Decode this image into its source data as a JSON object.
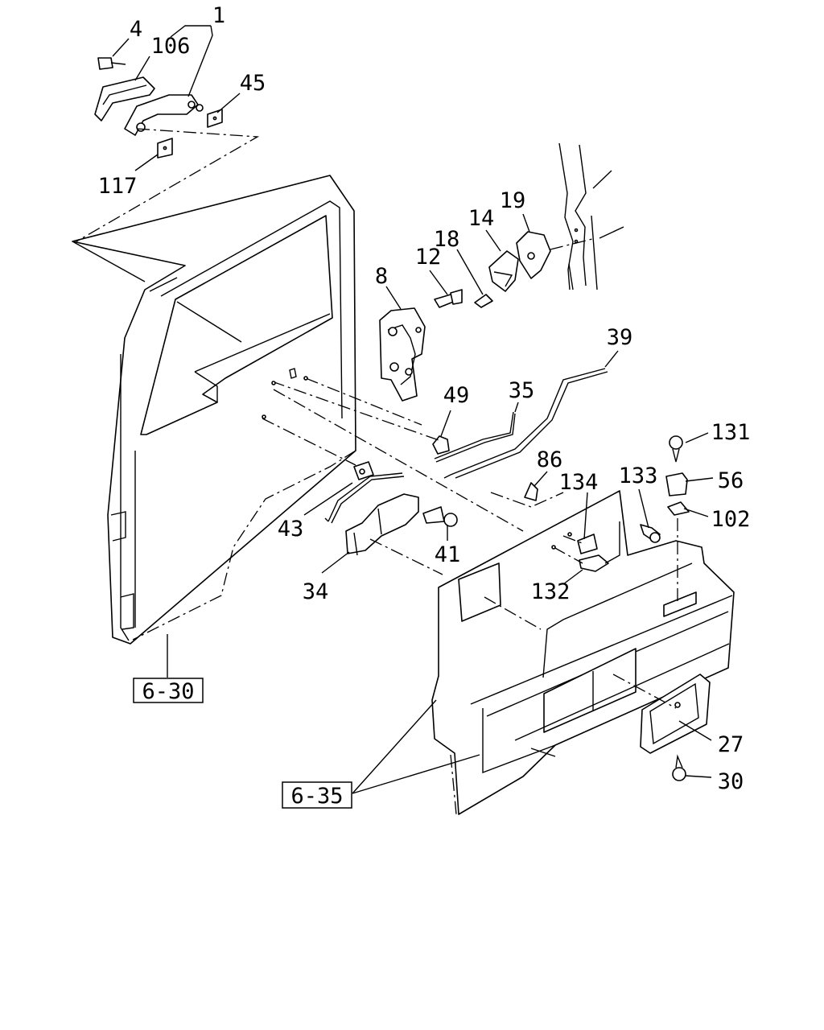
{
  "callouts": {
    "c1": "1",
    "c4": "4",
    "c106": "106",
    "c45": "45",
    "c117": "117",
    "c8": "8",
    "c12": "12",
    "c18": "18",
    "c14": "14",
    "c19": "19",
    "c39": "39",
    "c35": "35",
    "c49": "49",
    "c131": "131",
    "c56": "56",
    "c102": "102",
    "c86": "86",
    "c134": "134",
    "c133": "133",
    "c43": "43",
    "c41": "41",
    "c34": "34",
    "c132": "132",
    "c27": "27",
    "c30": "30"
  },
  "references": {
    "door_ref": "6-30",
    "trim_ref": "6-35"
  }
}
